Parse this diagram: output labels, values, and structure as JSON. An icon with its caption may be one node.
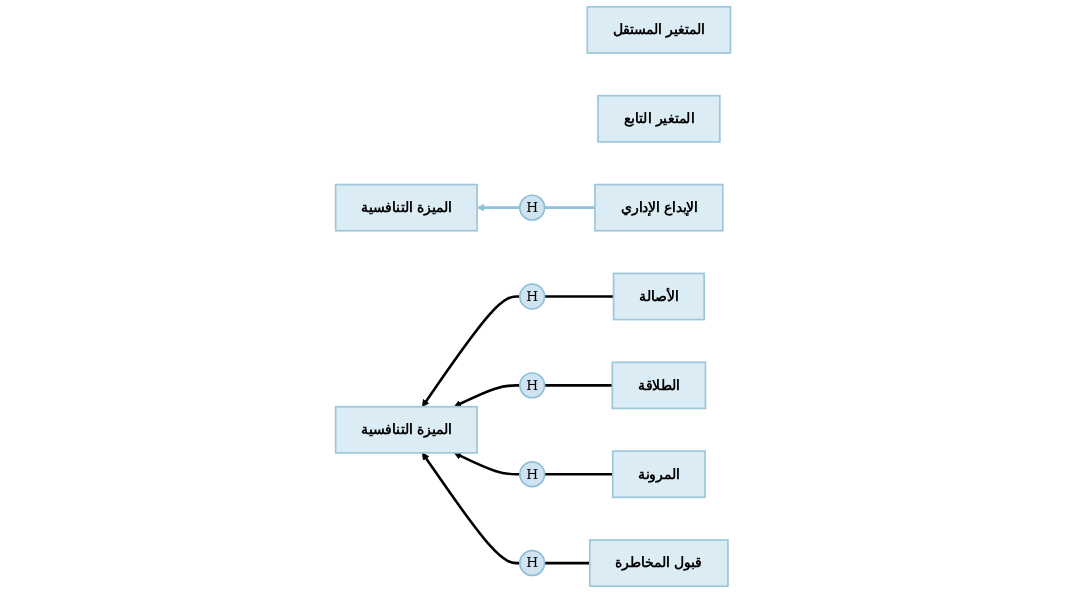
{
  "diagram": {
    "nodes": [
      {
        "text": [
          "المتغير المستقل"
        ]
      },
      {
        "text": [
          "المتغير التابع"
        ]
      },
      {
        "text": [
          "الإبداع الإداري"
        ]
      },
      {
        "text": [
          "H"
        ]
      },
      {
        "text": [
          "الميزة التنافسية"
        ]
      },
      {
        "text": [
          "الأصالة"
        ]
      },
      {
        "text": [
          "H"
        ]
      },
      {
        "text": [
          "الطلاقة"
        ]
      },
      {
        "text": [
          "H"
        ]
      },
      {
        "text": [
          "المرونة"
        ]
      },
      {
        "text": [
          "H"
        ]
      },
      {
        "text": [
          "قبول المخاطرة"
        ]
      },
      {
        "text": [
          "H"
        ]
      },
      {
        "text": [
          "الميزة التنافسية"
        ]
      }
    ],
    "edges": [
      {
        "from": 2,
        "to": 3,
        "arrow": "none",
        "color": "#8fc1dc"
      },
      {
        "from": 3,
        "to": 4,
        "arrow": "to",
        "color": "#8fc1dc"
      },
      {
        "from": 5,
        "to": 6,
        "arrow": "none"
      },
      {
        "from": 6,
        "to": 13,
        "arrow": "to"
      },
      {
        "from": 7,
        "to": 8,
        "arrow": "none"
      },
      {
        "from": 8,
        "to": 13,
        "arrow": "to"
      },
      {
        "from": 9,
        "to": 10,
        "arrow": "none"
      },
      {
        "from": 10,
        "to": 13,
        "arrow": "to"
      },
      {
        "from": 11,
        "to": 12,
        "arrow": "none"
      },
      {
        "from": 12,
        "to": 13,
        "arrow": "to"
      }
    ]
  }
}
